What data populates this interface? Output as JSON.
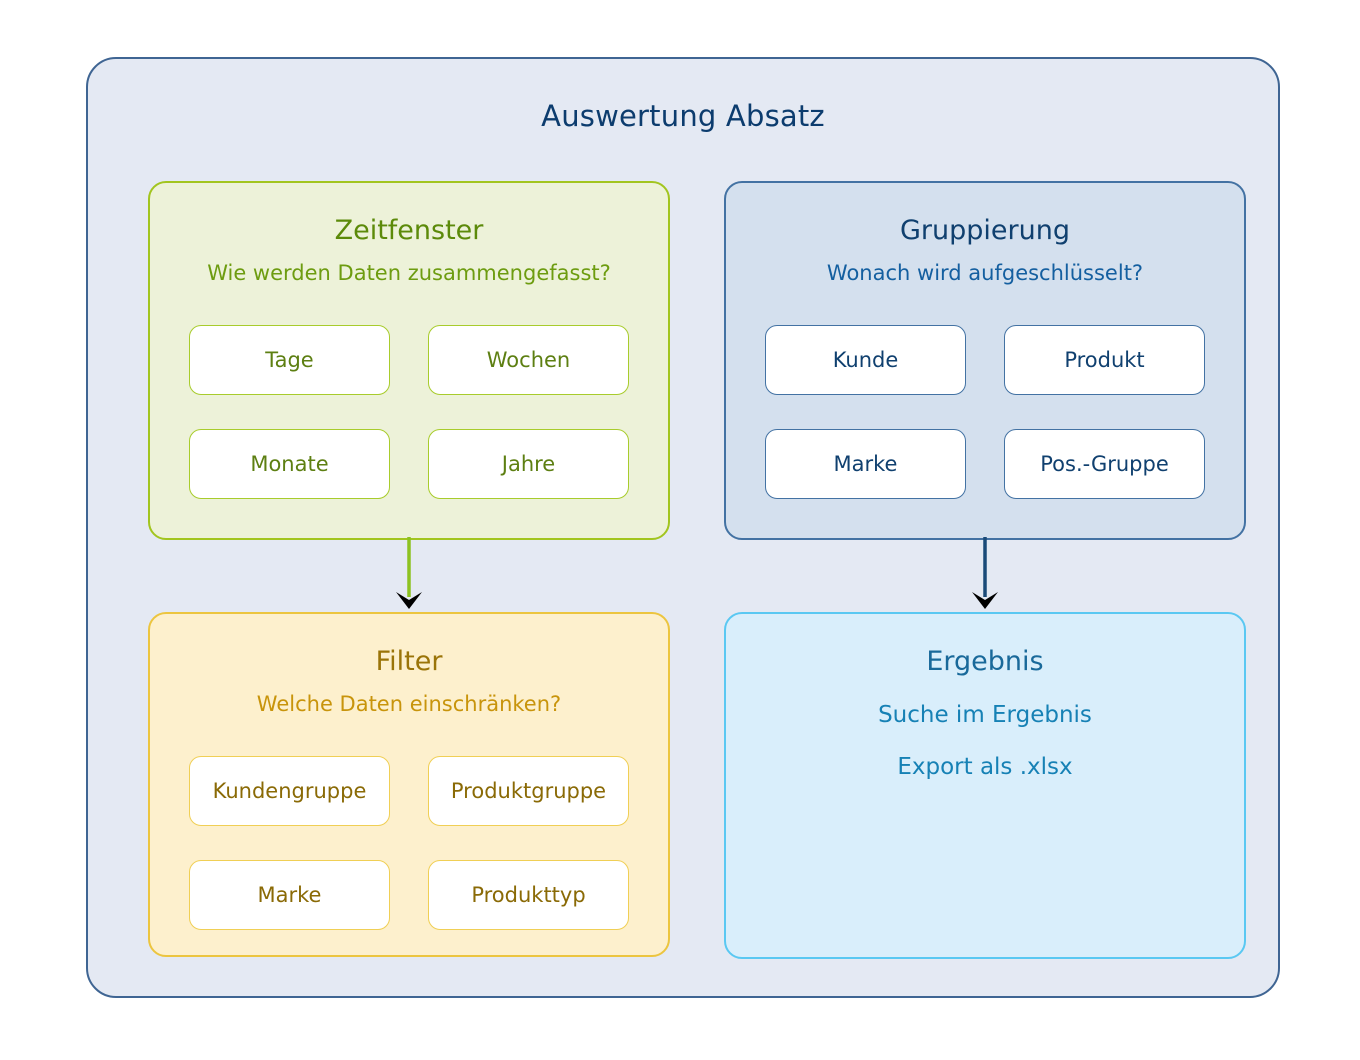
{
  "diagram": {
    "title": "Auswertung Absatz",
    "colors": {
      "canvas": "#ffffff",
      "outer_fill": "#e4e9f3",
      "outer_border": "#3f6593",
      "title_color": "#0c3c6e",
      "green_fill": "#edf2d9",
      "green_border": "#a2c51f",
      "green_text": "#5c8a0a",
      "blue_fill": "#d4e0ee",
      "blue_border": "#4372a3",
      "blue_text": "#10406f",
      "amber_fill": "#fdf0cd",
      "amber_border": "#ecc53f",
      "amber_text": "#9a7408",
      "cyan_fill": "#d9eefb",
      "cyan_border": "#5ac8f2",
      "cyan_text": "#19699a",
      "arrow_head": "#000000"
    },
    "panels": {
      "zeitfenster": {
        "title": "Zeitfenster",
        "subtitle": "Wie werden Daten zusammengefasst?",
        "options": [
          "Tage",
          "Wochen",
          "Monate",
          "Jahre"
        ]
      },
      "gruppierung": {
        "title": "Gruppierung",
        "subtitle": "Wonach wird aufgeschlüsselt?",
        "options": [
          "Kunde",
          "Produkt",
          "Marke",
          "Pos.-Gruppe"
        ]
      },
      "filter": {
        "title": "Filter",
        "subtitle": "Welche Daten einschränken?",
        "options": [
          "Kundengruppe",
          "Produktgruppe",
          "Marke",
          "Produkttyp"
        ]
      },
      "ergebnis": {
        "title": "Ergebnis",
        "items": [
          "Suche im Ergebnis",
          "Export als .xlsx"
        ]
      }
    },
    "arrows": [
      {
        "name": "zeitfenster-to-filter",
        "color": "#8dc220"
      },
      {
        "name": "gruppierung-to-ergebnis",
        "color": "#1a4a78"
      }
    ]
  }
}
